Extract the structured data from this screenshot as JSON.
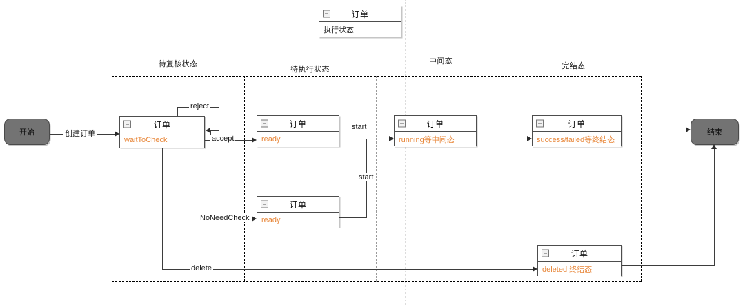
{
  "diagram": {
    "title_box": {
      "title": "订单",
      "attribute": "执行状态",
      "collapse_icon": "minus-icon"
    },
    "lanes": [
      {
        "name": "lane-pending-review",
        "label": "待复核状态"
      },
      {
        "name": "lane-pending-execution",
        "label": "待执行状态"
      },
      {
        "name": "lane-intermediate",
        "label": "中间态"
      },
      {
        "name": "lane-completed",
        "label": "完结态"
      }
    ],
    "terminals": {
      "start": {
        "label": "开始",
        "fill": "#737373"
      },
      "end": {
        "label": "结束",
        "fill": "#737373"
      }
    },
    "states": [
      {
        "name": "state-waittocheck",
        "title": "订单",
        "value": "waitToCheck",
        "color": "#e8873a"
      },
      {
        "name": "state-ready-top",
        "title": "订单",
        "value": "ready",
        "color": "#e8873a"
      },
      {
        "name": "state-ready-bottom",
        "title": "订单",
        "value": "ready",
        "color": "#e8873a"
      },
      {
        "name": "state-running",
        "title": "订单",
        "value": "running等中间态",
        "color": "#e8873a"
      },
      {
        "name": "state-success",
        "title": "订单",
        "value": "success/failed等终结态",
        "color": "#e8873a"
      },
      {
        "name": "state-deleted",
        "title": "订单",
        "value": "deleted 终结态",
        "color": "#e8873a"
      }
    ],
    "transitions": [
      {
        "name": "edge-create-order",
        "label": "创建订单"
      },
      {
        "name": "edge-reject",
        "label": "reject"
      },
      {
        "name": "edge-accept",
        "label": "accept"
      },
      {
        "name": "edge-start-top",
        "label": "start"
      },
      {
        "name": "edge-start-bottom",
        "label": "start"
      },
      {
        "name": "edge-noneedcheck",
        "label": "NoNeedCheck"
      },
      {
        "name": "edge-delete",
        "label": "delete"
      }
    ]
  }
}
